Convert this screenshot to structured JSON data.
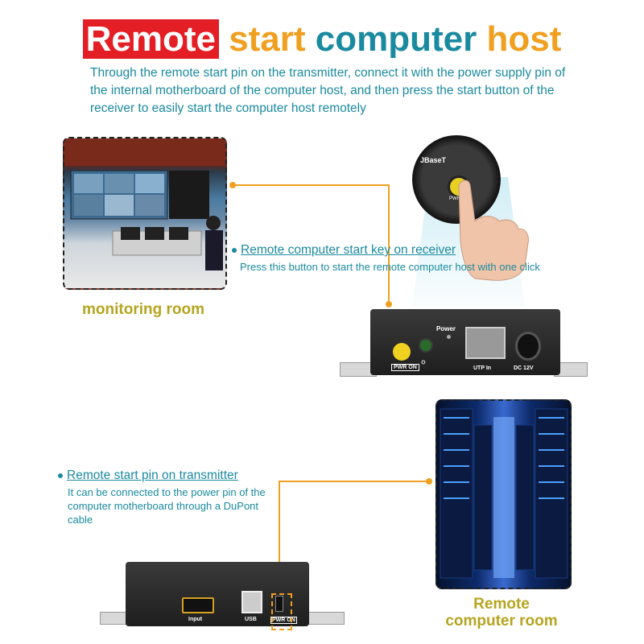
{
  "title": {
    "word1": "Remote",
    "word2": "start",
    "word3": "computer",
    "word4": "host"
  },
  "subtitle": "Through the remote start pin on the transmitter, connect it with the power supply pin of the internal motherboard of the computer host, and then press the start button of the receiver to easily start the computer host remotely",
  "monitoring_room": {
    "caption": "monitoring room"
  },
  "receiver_callout": {
    "heading": "Remote computer start key on receiver",
    "description": "Press this button to start the remote computer host with one click"
  },
  "closeup": {
    "brand": "JBaseT",
    "button_label": "PWR"
  },
  "receiver": {
    "power_label": "Power",
    "pwr_on_label": "PWR ON",
    "utp_label": "UTP In",
    "dc_label": "DC 12V"
  },
  "transmitter_callout": {
    "heading": "Remote start pin on transmitter",
    "description": "It can be connected to the power pin of the computer motherboard through a DuPont cable"
  },
  "transmitter": {
    "input_label": "Input",
    "usb_label": "USB",
    "pwr_on_label": "PWR ON"
  },
  "computer_room": {
    "caption_line1": "Remote",
    "caption_line2": "computer room"
  },
  "colors": {
    "red": "#e31e24",
    "orange": "#f0a020",
    "teal": "#1a8aa0",
    "olive": "#b5a520"
  }
}
